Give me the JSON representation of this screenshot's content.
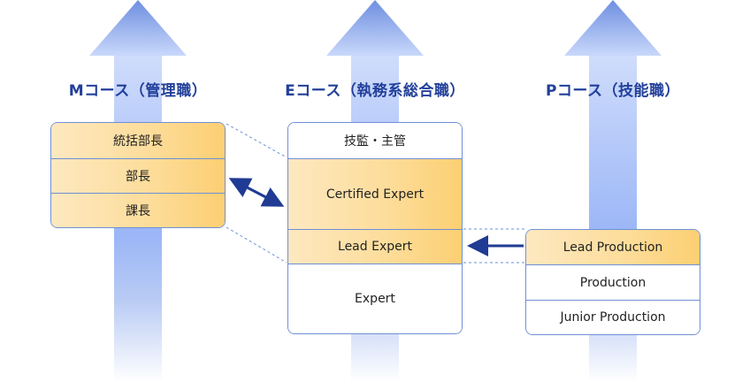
{
  "columns": [
    {
      "title": "Mコース（管理職）",
      "rows": [
        {
          "label": "統括部長",
          "highlight": true
        },
        {
          "label": "部長",
          "highlight": true
        },
        {
          "label": "課長",
          "highlight": true
        }
      ]
    },
    {
      "title": "Eコース（執務系総合職）",
      "rows": [
        {
          "label": "技監・主管",
          "highlight": false
        },
        {
          "label": "Certified Expert",
          "highlight": true
        },
        {
          "label": "Lead Expert",
          "highlight": true
        },
        {
          "label": "Expert",
          "highlight": false
        }
      ]
    },
    {
      "title": "Pコース（技能職）",
      "rows": [
        {
          "label": "Lead Production",
          "highlight": true
        },
        {
          "label": "Production",
          "highlight": false
        },
        {
          "label": "Junior Production",
          "highlight": false
        }
      ]
    }
  ],
  "connectors": [
    {
      "from": "M:部長-課長",
      "to": "E:Certified Expert",
      "type": "bidirectional"
    },
    {
      "from": "P:Lead Production",
      "to": "E:Lead Expert",
      "type": "one-way"
    }
  ],
  "colors": {
    "title": "#22409a",
    "arrow_top": "#6e8fe0",
    "arrow_mid": "#9bb6f7",
    "border": "#6f8fd6",
    "highlight_light": "#fde8c0",
    "highlight_dark": "#fccf72",
    "connector": "#1f3b93"
  }
}
